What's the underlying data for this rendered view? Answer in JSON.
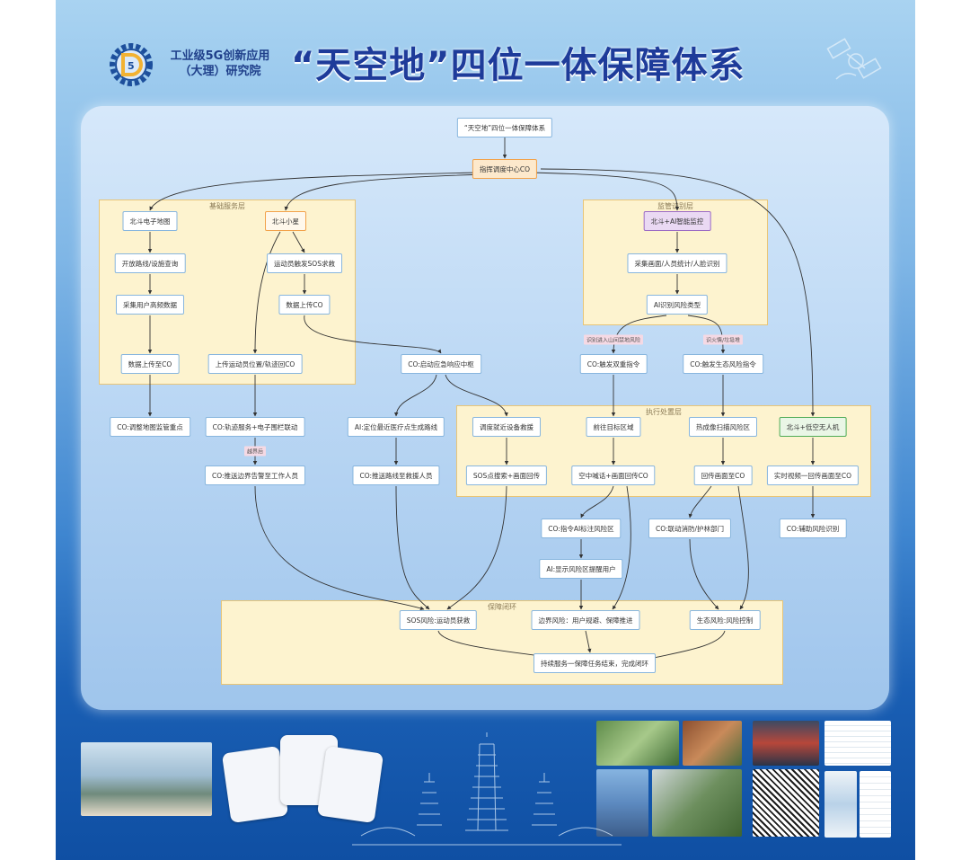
{
  "header": {
    "org_line1": "工业级5G创新应用",
    "org_line2": "（大理）研究院",
    "title": "“天空地”四位一体保障体系"
  },
  "layers": {
    "base": "基础服务层",
    "monitor": "监管识别层",
    "exec": "执行处置层",
    "loop": "保障闭环"
  },
  "nodes": {
    "root": "“天空地”四位一体保障体系",
    "center": "指挥调度中心CO",
    "bd_map": "北斗电子地图",
    "bd_mini": "北斗小星",
    "route_query": "开放路线/设施查询",
    "collect_user": "采集用户高频数据",
    "upload_co1": "数据上传至CO",
    "sos_trigger": "运动员触发SOS求救",
    "upload_co2": "数据上传CO",
    "upload_pos": "上传运动员位置/轨迹回CO",
    "ai_monitor": "北斗+AI智能监控",
    "collect_img": "采集画面/人员统计/人脸识别",
    "ai_risk": "AI识别风险类型",
    "co_adjust": "CO:调整地图监管重点",
    "co_track": "CO:轨迹服务+电子围栏联动",
    "co_push": "CO:推送边界告警至工作人员",
    "co_emergency": "CO:启动应急响应中枢",
    "ai_hospital": "AI:定位最近医疗点生成路线",
    "co_rescue_route": "CO:推送路线至救援人员",
    "co_dual": "CO:触发双重指令",
    "co_eco": "CO:触发生态风险指令",
    "dispatch": "调度就近设备救援",
    "goto_area": "前往目标区域",
    "thermal": "热成像扫描风险区",
    "bd_drone": "北斗+低空无人机",
    "sos_spot": "SOS点搜索+画面回传",
    "air_voice": "空中喊话+画面回传CO",
    "ret_img": "回传画面至CO",
    "realtime": "实时视频一回传画面至CO",
    "co_ai_mark": "CO:指令AI标注风险区",
    "co_fire": "CO:联动消防/护林部门",
    "co_assist": "CO:辅助风险识别",
    "ai_display": "AI:显示风险区提醒用户",
    "sos_rescue": "SOS风险:运动员获救",
    "border_risk": "边界风险：用户规避、保障推进",
    "eco_risk": "生态风险:风险控制",
    "end": "持续服务一保障任务结束，完成闭环"
  },
  "tags": {
    "t_boundary": "越界后",
    "t_danger": "识别进入山间禁地风险",
    "t_fire": "识火情/垃圾堆"
  },
  "colors": {
    "title": "#1e3b9a",
    "layer_fill": "#fdf3cf",
    "accent_orange": "#f2a24b",
    "accent_purple": "#9c6bc4",
    "accent_green": "#4fab56"
  },
  "icons": [
    "gear-logo-icon",
    "satellite-icon",
    "pagoda-skyline-icon"
  ]
}
